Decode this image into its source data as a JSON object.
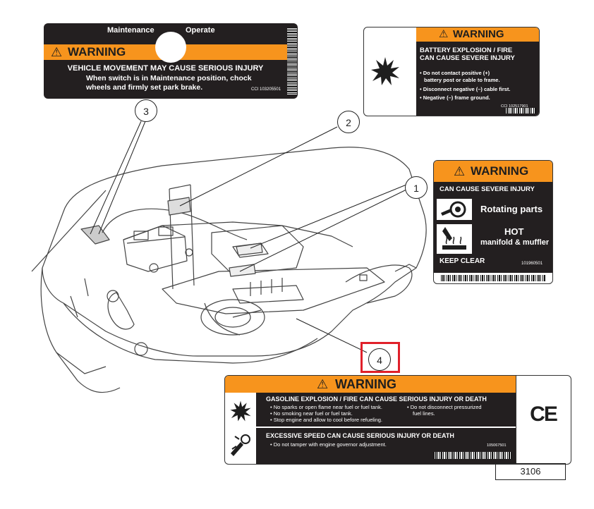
{
  "label_top_left": {
    "switch_left": "Maintenance",
    "switch_right": "Operate",
    "banner": "WARNING",
    "line1": "VEHICLE MOVEMENT MAY CAUSE SERIOUS INJURY",
    "line2": "When switch is in Maintenance position, chock",
    "line3": "wheels and firmly set park brake.",
    "code": "CCI 103205501"
  },
  "label_battery": {
    "banner": "WARNING",
    "heading1": "BATTERY EXPLOSION / FIRE",
    "heading2": "CAN CAUSE SEVERE INJURY",
    "bullet1a": "Do not contact positive (+)",
    "bullet1b": "battery post or cable to frame.",
    "bullet2": "Disconnect negative (–) cable first.",
    "bullet3": "Negative (–) frame ground.",
    "code": "CCI 102517901"
  },
  "label_rotating": {
    "banner": "WARNING",
    "heading": "CAN CAUSE SEVERE INJURY",
    "item1": "Rotating parts",
    "item2a": "HOT",
    "item2b": "manifold & muffler",
    "footer": "KEEP CLEAR",
    "code": "101960501"
  },
  "label_gasoline": {
    "banner": "WARNING",
    "heading1": "GASOLINE EXPLOSION / FIRE CAN CAUSE SERIOUS INJURY OR DEATH",
    "b1": "No sparks or open flame near fuel or fuel tank.",
    "b2": "No smoking near fuel or fuel tank.",
    "b3": "Stop engine and allow to cool before refueling.",
    "b4a": "Do not disconnect pressurized",
    "b4b": "fuel lines.",
    "heading2": "EXCESSIVE SPEED CAN CAUSE SERIOUS INJURY OR DEATH",
    "b5": "Do not tamper with engine governor adjustment.",
    "code": "105067501",
    "ce": "CE"
  },
  "callouts": [
    "1",
    "2",
    "3",
    "4"
  ],
  "figure_number": "3106",
  "highlight_color": "#e0202a"
}
